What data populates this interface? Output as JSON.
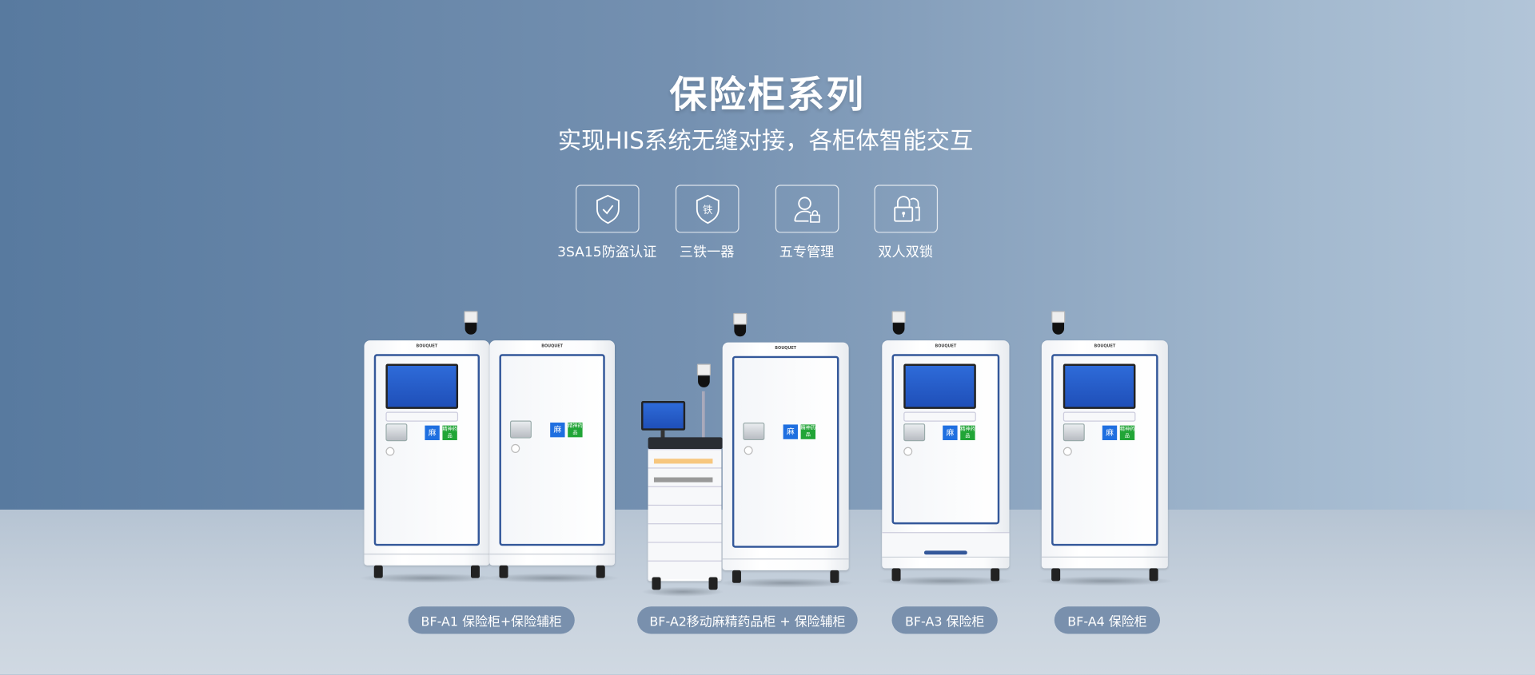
{
  "header": {
    "title": "保险柜系列",
    "subtitle": "实现HIS系统无缝对接，各柜体智能交互"
  },
  "features": [
    {
      "icon": "shield-check-icon",
      "label": "3SA15防盗认证"
    },
    {
      "icon": "shield-iron-icon",
      "label": "三铁一器",
      "icon_text": "铁"
    },
    {
      "icon": "user-lock-icon",
      "label": "五专管理"
    },
    {
      "icon": "double-lock-icon",
      "label": "双人双锁"
    }
  ],
  "cabinet": {
    "brand": "BOUQUET",
    "badge_ma": "麻",
    "badge_jing": "精神药品"
  },
  "products": [
    {
      "label": "BF-A1 保险柜+保险辅柜"
    },
    {
      "label": "BF-A2移动麻精药品柜 + 保险辅柜"
    },
    {
      "label": "BF-A3 保险柜"
    },
    {
      "label": "BF-A4 保险柜"
    }
  ],
  "colors": {
    "accent": "#34589a",
    "pill": "#7990ad",
    "green": "#21a537",
    "blue": "#1f6fe0"
  }
}
